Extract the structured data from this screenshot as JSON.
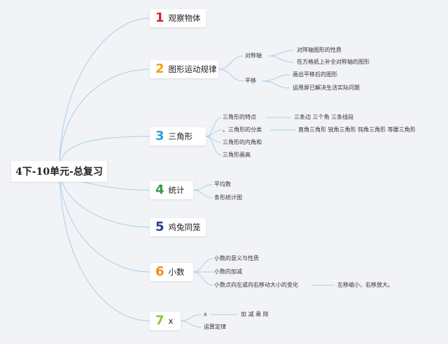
{
  "root": {
    "title": "4下-10单元-总复习"
  },
  "branches": [
    {
      "num": "1",
      "label": "观察物体",
      "color": "#d81e35"
    },
    {
      "num": "2",
      "label": "图形运动规律",
      "color": "#f4a011",
      "children": [
        {
          "label": "对称轴",
          "children": [
            "对阵轴图形的性质",
            "在方格纸上补全对称轴的图形"
          ]
        },
        {
          "label": "平移",
          "children": [
            "画出平移后的图形",
            "运用屏已解决生活实际问题"
          ]
        }
      ]
    },
    {
      "num": "3",
      "label": "三角形",
      "color": "#2aa0e0",
      "children": [
        {
          "label": "三角形的特点",
          "children": [
            "三条边 三个角 三条线段"
          ]
        },
        {
          "label": "。三角形的分类",
          "children": [
            "直角三角形 锐角三角形 钝角三角形 等腰三角形"
          ]
        },
        {
          "label": "三角形的内角和"
        },
        {
          "label": "三角形画高"
        }
      ]
    },
    {
      "num": "4",
      "label": "统计",
      "color": "#2e9e3e",
      "children": [
        {
          "label": "平均数"
        },
        {
          "label": "条形统计图"
        }
      ]
    },
    {
      "num": "5",
      "label": "鸡兔同笼",
      "color": "#1f3f8f"
    },
    {
      "num": "6",
      "label": "小数",
      "color": "#f08a1a",
      "children": [
        {
          "label": "小数的意义与性质"
        },
        {
          "label": "小数的加减"
        },
        {
          "label": "小数点向左或向右移动大小的变化",
          "children": [
            "左移缩小，右移放大。"
          ]
        }
      ]
    },
    {
      "num": "7",
      "label": "x",
      "color": "#8dc63f",
      "children": [
        {
          "label": "x",
          "children": [
            "加 减 乘 除"
          ]
        },
        {
          "label": "运算定律"
        }
      ]
    }
  ],
  "colors": {
    "link": "#a9cfe8",
    "background": "#f2f3f7"
  }
}
